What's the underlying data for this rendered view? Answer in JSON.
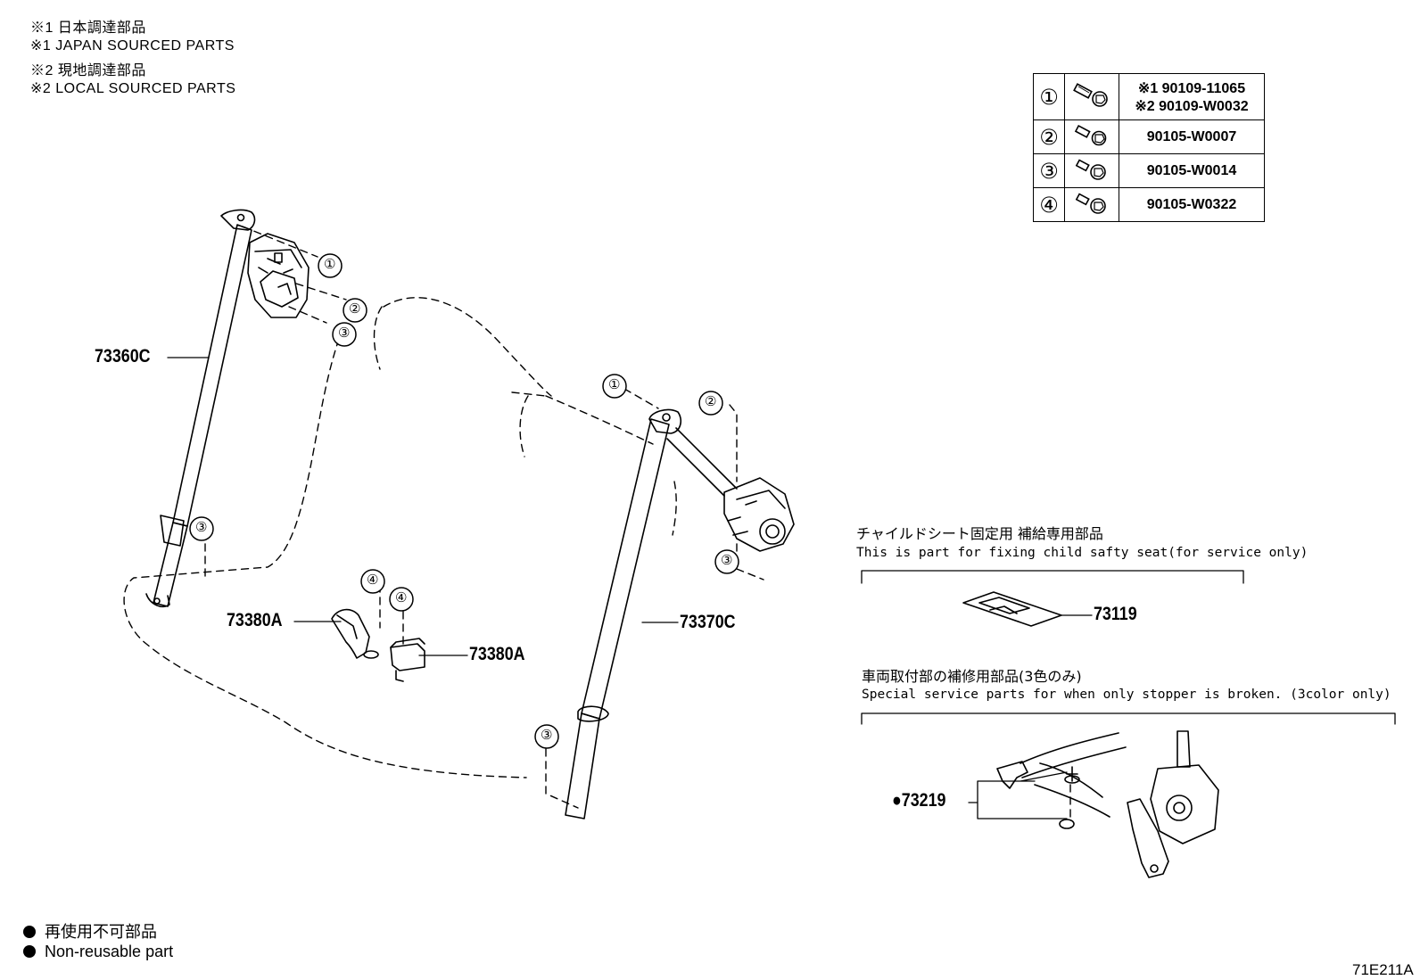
{
  "notes": {
    "line1": "※1 日本調達部品",
    "line2": "※1 JAPAN SOURCED PARTS",
    "line3": "※2 現地調達部品",
    "line4": "※2 LOCAL SOURCED PARTS"
  },
  "fastener_table": {
    "rows": [
      {
        "index": "①",
        "icon": "bolt-icon",
        "codes": [
          "※1 90109-11065",
          "※2 90109-W0032"
        ]
      },
      {
        "index": "②",
        "icon": "bolt-icon",
        "codes": [
          "90105-W0007"
        ]
      },
      {
        "index": "③",
        "icon": "bolt-icon",
        "codes": [
          "90105-W0014"
        ]
      },
      {
        "index": "④",
        "icon": "bolt-icon",
        "codes": [
          "90105-W0322"
        ]
      }
    ]
  },
  "callouts": {
    "c1": "①",
    "c2": "②",
    "c3": "③",
    "c4": "④"
  },
  "parts": {
    "p73360c": "73360C",
    "p73370c": "73370C",
    "p73380a_left": "73380A",
    "p73380a_right": "73380A",
    "p73119": "73119",
    "p73219": "●73219"
  },
  "child_seat_section": {
    "title_jp": "チャイルドシート固定用 補給専用部品",
    "title_en": "This is part for fixing child safty seat(for service only)"
  },
  "stopper_section": {
    "title_jp": "車両取付部の補修用部品(3色のみ)",
    "title_en": "Special service parts for when only stopper is broken. (3color only)"
  },
  "legend": {
    "jp": "再使用不可部品",
    "en": "Non-reusable part"
  },
  "figure_code": "71E211A"
}
